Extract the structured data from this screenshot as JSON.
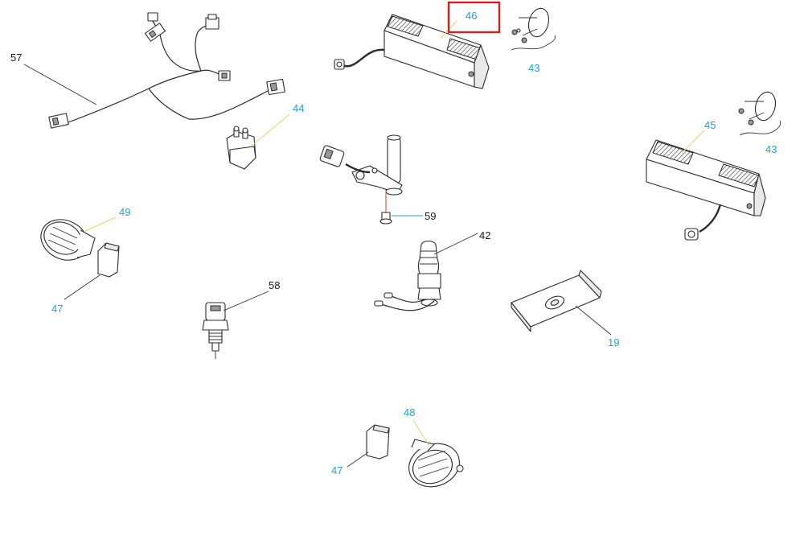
{
  "diagram": {
    "callouts": [
      {
        "id": "c46",
        "text": "46",
        "color": "blue"
      },
      {
        "id": "c43a",
        "text": "43",
        "color": "blue"
      },
      {
        "id": "c57",
        "text": "57",
        "color": "black"
      },
      {
        "id": "c44",
        "text": "44",
        "color": "blue"
      },
      {
        "id": "c45",
        "text": "45",
        "color": "blue"
      },
      {
        "id": "c43b",
        "text": "43",
        "color": "blue"
      },
      {
        "id": "c49",
        "text": "49",
        "color": "blue"
      },
      {
        "id": "c59",
        "text": "59",
        "color": "black"
      },
      {
        "id": "c42",
        "text": "42",
        "color": "black"
      },
      {
        "id": "c47a",
        "text": "47",
        "color": "blue"
      },
      {
        "id": "c58",
        "text": "58",
        "color": "black"
      },
      {
        "id": "c19",
        "text": "19",
        "color": "blue"
      },
      {
        "id": "c48",
        "text": "48",
        "color": "blue"
      },
      {
        "id": "c47b",
        "text": "47",
        "color": "blue"
      }
    ],
    "highlighted_callout": "46",
    "colors": {
      "callout_blue": "#2a9fd6",
      "callout_black": "#1a1a1a",
      "highlight_red": "#d62020",
      "leader_yellow": "#e8d36a"
    }
  }
}
